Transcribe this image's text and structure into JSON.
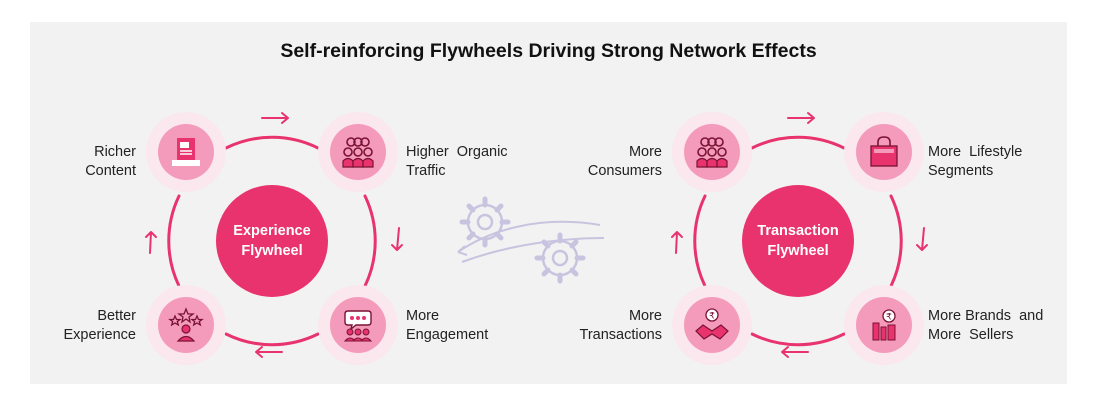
{
  "title": "Self-reinforcing Flywheels Driving Strong Network Effects",
  "colors": {
    "accent": "#e8336e",
    "node_outer": "#fbe7ee",
    "node_inner": "#f49bbb",
    "gear": "#c8c4e0",
    "panel": "#f2f2f2"
  },
  "experience": {
    "hub_line1": "Experience",
    "hub_line2": "Flywheel",
    "nodes": [
      {
        "label": "Richer\nContent",
        "icon": "document-icon"
      },
      {
        "label": "Higher  Organic\nTraffic",
        "icon": "people-group-icon"
      },
      {
        "label": "More\nEngagement",
        "icon": "chat-people-icon"
      },
      {
        "label": "Better\nExperience",
        "icon": "star-rating-icon"
      }
    ]
  },
  "transaction": {
    "hub_line1": "Transaction",
    "hub_line2": "Flywheel",
    "nodes": [
      {
        "label": "More\nConsumers",
        "icon": "people-group-icon"
      },
      {
        "label": "More  Lifestyle\nSegments",
        "icon": "shopping-bag-icon"
      },
      {
        "label": "More Brands  and\nMore  Sellers",
        "icon": "rupee-products-icon"
      },
      {
        "label": "More\nTransactions",
        "icon": "rupee-handshake-icon"
      }
    ]
  },
  "center_icon": "gears-icon"
}
